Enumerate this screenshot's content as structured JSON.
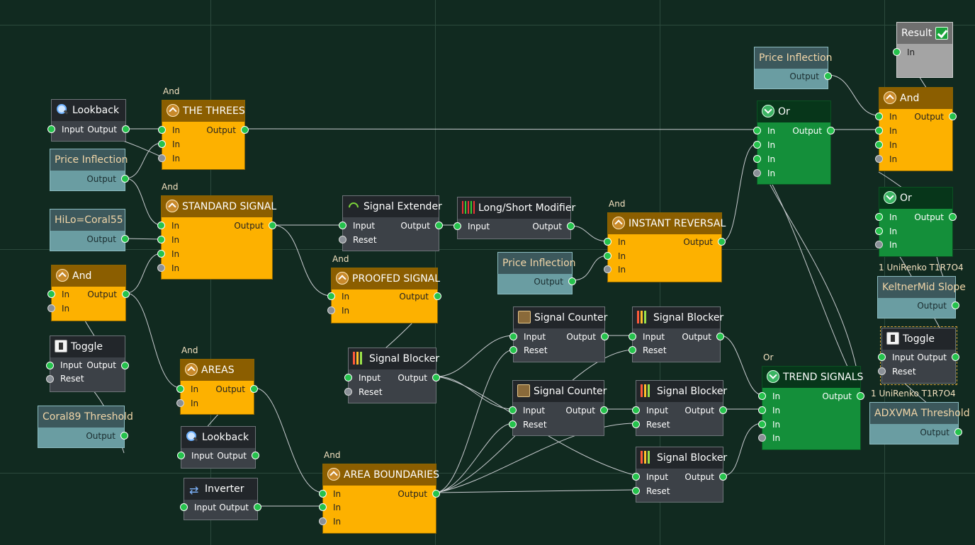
{
  "nodes": {
    "lookback1": {
      "title": "Lookback",
      "rows": [
        {
          "l": "Input",
          "r": "Output"
        }
      ]
    },
    "priceinf1": {
      "title": "Price Inflection",
      "rows": [
        {
          "r": "Output"
        }
      ]
    },
    "hilo": {
      "title": "HiLo=Coral55",
      "rows": [
        {
          "r": "Output"
        }
      ]
    },
    "and_small": {
      "title": "And",
      "rows": [
        {
          "l": "In",
          "r": "Output"
        },
        {
          "l": "In"
        }
      ]
    },
    "toggle1": {
      "title": "Toggle",
      "rows": [
        {
          "l": "Input",
          "r": "Output"
        },
        {
          "l": "Reset"
        }
      ]
    },
    "coral89": {
      "title": "Coral89 Threshold",
      "rows": [
        {
          "r": "Output"
        }
      ]
    },
    "threes": {
      "title": "THE THREES",
      "rows": [
        {
          "l": "In",
          "r": "Output"
        },
        {
          "l": "In"
        },
        {
          "l": "In"
        }
      ]
    },
    "standard": {
      "title": "STANDARD SIGNAL",
      "rows": [
        {
          "l": "In",
          "r": "Output"
        },
        {
          "l": "In"
        },
        {
          "l": "In"
        },
        {
          "l": "In"
        }
      ]
    },
    "areas": {
      "title": "AREAS",
      "rows": [
        {
          "l": "In",
          "r": "Output"
        },
        {
          "l": "In"
        }
      ]
    },
    "lookback2": {
      "title": "Lookback",
      "rows": [
        {
          "l": "Input",
          "r": "Output"
        }
      ]
    },
    "inverter": {
      "title": "Inverter",
      "rows": [
        {
          "l": "Input",
          "r": "Output"
        }
      ]
    },
    "extender": {
      "title": "Signal Extender",
      "rows": [
        {
          "l": "Input",
          "r": "Output"
        },
        {
          "l": "Reset"
        }
      ]
    },
    "proofed": {
      "title": "PROOFED SIGNAL",
      "rows": [
        {
          "l": "In",
          "r": "Output"
        },
        {
          "l": "In"
        }
      ]
    },
    "blocker1": {
      "title": "Signal Blocker",
      "rows": [
        {
          "l": "Input",
          "r": "Output"
        },
        {
          "l": "Reset"
        }
      ]
    },
    "areab": {
      "title": "AREA BOUNDARIES",
      "rows": [
        {
          "l": "In",
          "r": "Output"
        },
        {
          "l": "In"
        },
        {
          "l": "In"
        }
      ]
    },
    "lsmod": {
      "title": "Long/Short Modifier",
      "rows": [
        {
          "l": "Input",
          "r": "Output"
        }
      ]
    },
    "priceinf2": {
      "title": "Price Inflection",
      "rows": [
        {
          "r": "Output"
        }
      ]
    },
    "counter1": {
      "title": "Signal Counter",
      "rows": [
        {
          "l": "Input",
          "r": "Output"
        },
        {
          "l": "Reset"
        }
      ]
    },
    "counter2": {
      "title": "Signal Counter",
      "rows": [
        {
          "l": "Input",
          "r": "Output"
        },
        {
          "l": "Reset"
        }
      ]
    },
    "instant": {
      "title": "INSTANT REVERSAL",
      "rows": [
        {
          "l": "In",
          "r": "Output"
        },
        {
          "l": "In"
        },
        {
          "l": "In"
        }
      ]
    },
    "blocker2": {
      "title": "Signal Blocker",
      "rows": [
        {
          "l": "Input",
          "r": "Output"
        },
        {
          "l": "Reset"
        }
      ]
    },
    "blocker3": {
      "title": "Signal Blocker",
      "rows": [
        {
          "l": "Input",
          "r": "Output"
        },
        {
          "l": "Reset"
        }
      ]
    },
    "blocker4": {
      "title": "Signal Blocker",
      "rows": [
        {
          "l": "Input",
          "r": "Output"
        },
        {
          "l": "Reset"
        }
      ]
    },
    "priceinf3": {
      "title": "Price Inflection",
      "rows": [
        {
          "r": "Output"
        }
      ]
    },
    "or1": {
      "title": "Or",
      "rows": [
        {
          "l": "In",
          "r": "Output"
        },
        {
          "l": "In"
        },
        {
          "l": "In"
        },
        {
          "l": "In"
        }
      ]
    },
    "trend": {
      "title": "TREND SIGNALS",
      "rows": [
        {
          "l": "In",
          "r": "Output"
        },
        {
          "l": "In"
        },
        {
          "l": "In"
        },
        {
          "l": "In"
        }
      ]
    },
    "result": {
      "title": "Result",
      "rows": [
        {
          "l": "In"
        }
      ]
    },
    "and_big": {
      "title": "And",
      "rows": [
        {
          "l": "In",
          "r": "Output"
        },
        {
          "l": "In"
        },
        {
          "l": "In"
        },
        {
          "l": "In"
        }
      ]
    },
    "or2": {
      "title": "Or",
      "rows": [
        {
          "l": "In",
          "r": "Output"
        },
        {
          "l": "In"
        },
        {
          "l": "In"
        }
      ]
    },
    "keltner": {
      "title": "KeltnerMid Slope",
      "rows": [
        {
          "r": "Output"
        }
      ]
    },
    "toggle2": {
      "title": "Toggle",
      "rows": [
        {
          "l": "Input",
          "r": "Output"
        },
        {
          "l": "Reset"
        }
      ]
    },
    "adxvma": {
      "title": "ADXVMA Threshold",
      "rows": [
        {
          "r": "Output"
        }
      ]
    }
  },
  "labels": {
    "and_threes": "And",
    "and_standard": "And",
    "and_areas": "And",
    "and_proofed": "And",
    "and_areab": "And",
    "and_instant": "And",
    "or_trend": "Or",
    "unirenko1": "1 UniRenko T1R7O4",
    "unirenko2": "1 UniRenko T1R7O4"
  },
  "colors": {
    "canvas": "#112a20",
    "wire": "#c9ccd0",
    "pin_active": "#25c24c",
    "pin_inactive": "#8a9097"
  }
}
